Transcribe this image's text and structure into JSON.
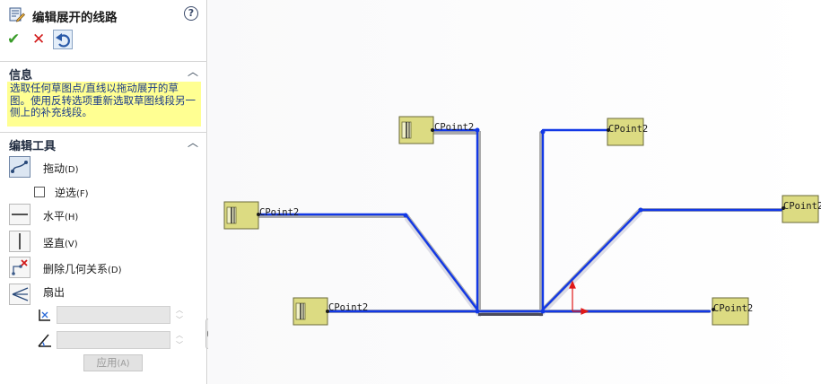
{
  "panel": {
    "title": "编辑展开的线路",
    "help_icon": "?",
    "buttons": {
      "ok": "✔",
      "cancel": "✕",
      "undo_icon": "undo-icon"
    },
    "info": {
      "header": "信息",
      "text": "选取任何草图点/直线以拖动展开的草图。使用反转选项重新选取草图线段另一侧上的补充线段。"
    },
    "tools": {
      "header": "编辑工具",
      "drag": {
        "label": "拖动",
        "shortcut": "(D)"
      },
      "reverse": {
        "label": "逆选",
        "shortcut": "(F)",
        "checked": false
      },
      "horizontal": {
        "label": "水平",
        "shortcut": "(H)"
      },
      "vertical": {
        "label": "竖直",
        "shortcut": "(V)"
      },
      "delete_relations": {
        "label": "删除几何关系",
        "shortcut": "(D)"
      },
      "fan_out": {
        "label": "扇出"
      },
      "distance_value": "",
      "angle_value": "",
      "apply": {
        "label": "应用",
        "shortcut": "(A)"
      }
    }
  },
  "canvas": {
    "connector_label": "CPoint2",
    "colors": {
      "route": "#1238e6",
      "route_shadow": "#808080",
      "connector": "#dcdb82",
      "connector_border": "#6a6a3a",
      "triad_red": "#e01818",
      "accent_panel": "#ffff92"
    }
  }
}
